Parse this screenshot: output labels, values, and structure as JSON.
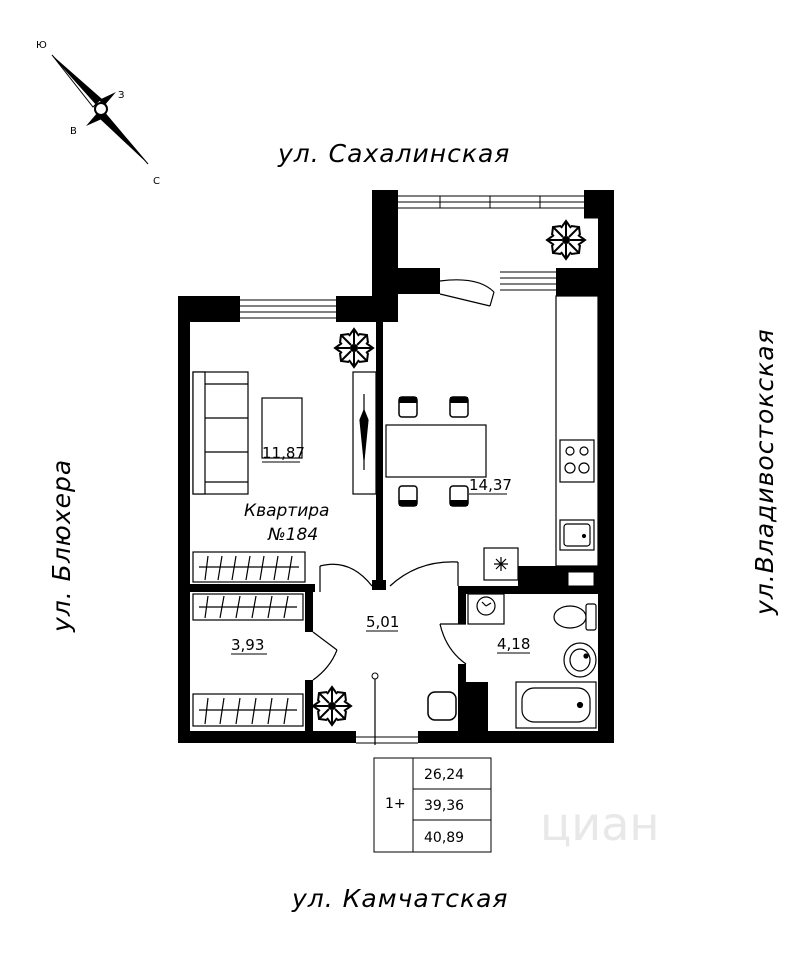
{
  "streets": {
    "top": "ул. Сахалинская",
    "bottom": "ул. Камчатская",
    "left": "ул. Блюхера",
    "right": "ул.Владивостокская"
  },
  "compass": {
    "n": "Ю",
    "e": "З",
    "w": "В",
    "s": "С"
  },
  "apartment": {
    "title_line1": "Квартира",
    "title_line2": "№184"
  },
  "rooms": {
    "living": "11,87",
    "kitchen": "14,37",
    "hall": "5,01",
    "bath": "4,18",
    "wardrobe": "3,93"
  },
  "summary": {
    "rooms": "1+",
    "living_area": "26,24",
    "total_area": "39,36",
    "total_with_balcony": "40,89"
  },
  "watermark": "циан",
  "colors": {
    "wall": "#000000",
    "line": "#000000",
    "watermark": "#e8e8e8"
  }
}
